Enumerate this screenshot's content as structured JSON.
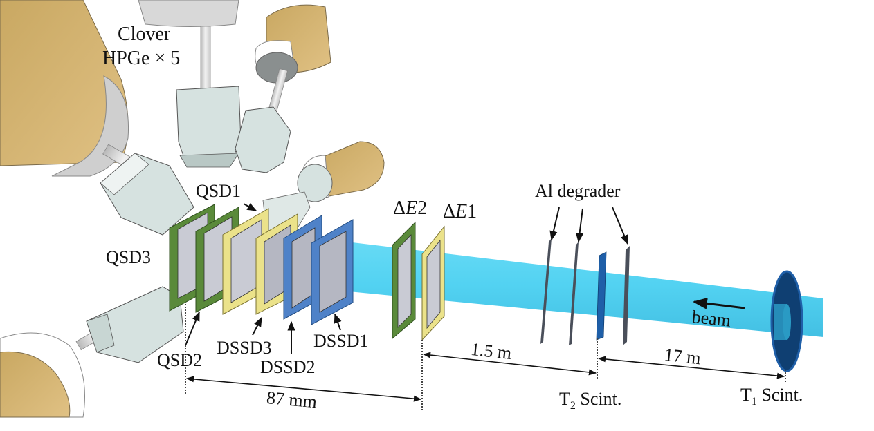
{
  "colors": {
    "background": "#ffffff",
    "clover_can": "#d8b878",
    "clover_neck": "#ffffff",
    "clover_crystal": "#d6e2e0",
    "clover_top": "#d9d9d9",
    "qsd_frame": "#5a8a3a",
    "dssd_frame": "#4f82c8",
    "de1_frame": "#ebe28a",
    "silicon": "#c9cbd4",
    "beam": "#45d0f2",
    "beam_dark": "#2aa6cf",
    "degrader": "#4a4f5a",
    "t2_scint": "#1f5fa8",
    "t1_scint": "#0f3f72",
    "text": "#111111"
  },
  "labels": {
    "clover_line1": "Clover",
    "clover_line2": "HPGe × 5",
    "qsd1": "QSD1",
    "qsd2": "QSD2",
    "qsd3": "QSD3",
    "dssd1": "DSSD1",
    "dssd2": "DSSD2",
    "dssd3": "DSSD3",
    "de2_delta": "Δ",
    "de2_e": "E",
    "de2_num": "2",
    "de1_delta": "Δ",
    "de1_e": "E",
    "de1_num": "1",
    "al_degrader": "Al degrader",
    "beam": "beam",
    "t2_main": "T",
    "t2_sub": "2",
    "t2_rest": " Scint.",
    "t1_main": "T",
    "t1_sub": "1",
    "t1_rest": " Scint."
  },
  "dimensions": {
    "d_87": "87 mm",
    "d_15": "1.5 m",
    "d_17": "17 m"
  }
}
